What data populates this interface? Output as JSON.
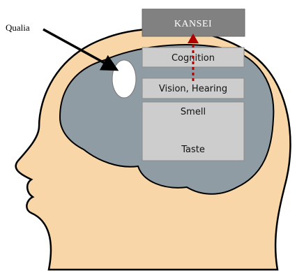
{
  "diagram": {
    "top_box": "KANSEI",
    "boxes": {
      "cognition": "Cognition",
      "vision_hearing": "Vision, Hearing",
      "smell": "Smell",
      "taste": "Taste"
    },
    "annotation": "Qualia",
    "colors": {
      "skin": "#f8d6a7",
      "outline": "#000000",
      "brain": "#8f9ca3",
      "kansei_box": "#818181",
      "boxes": "#cdcdcd",
      "arrow": "#b00000",
      "qualia_spot": "#ffffff"
    }
  }
}
